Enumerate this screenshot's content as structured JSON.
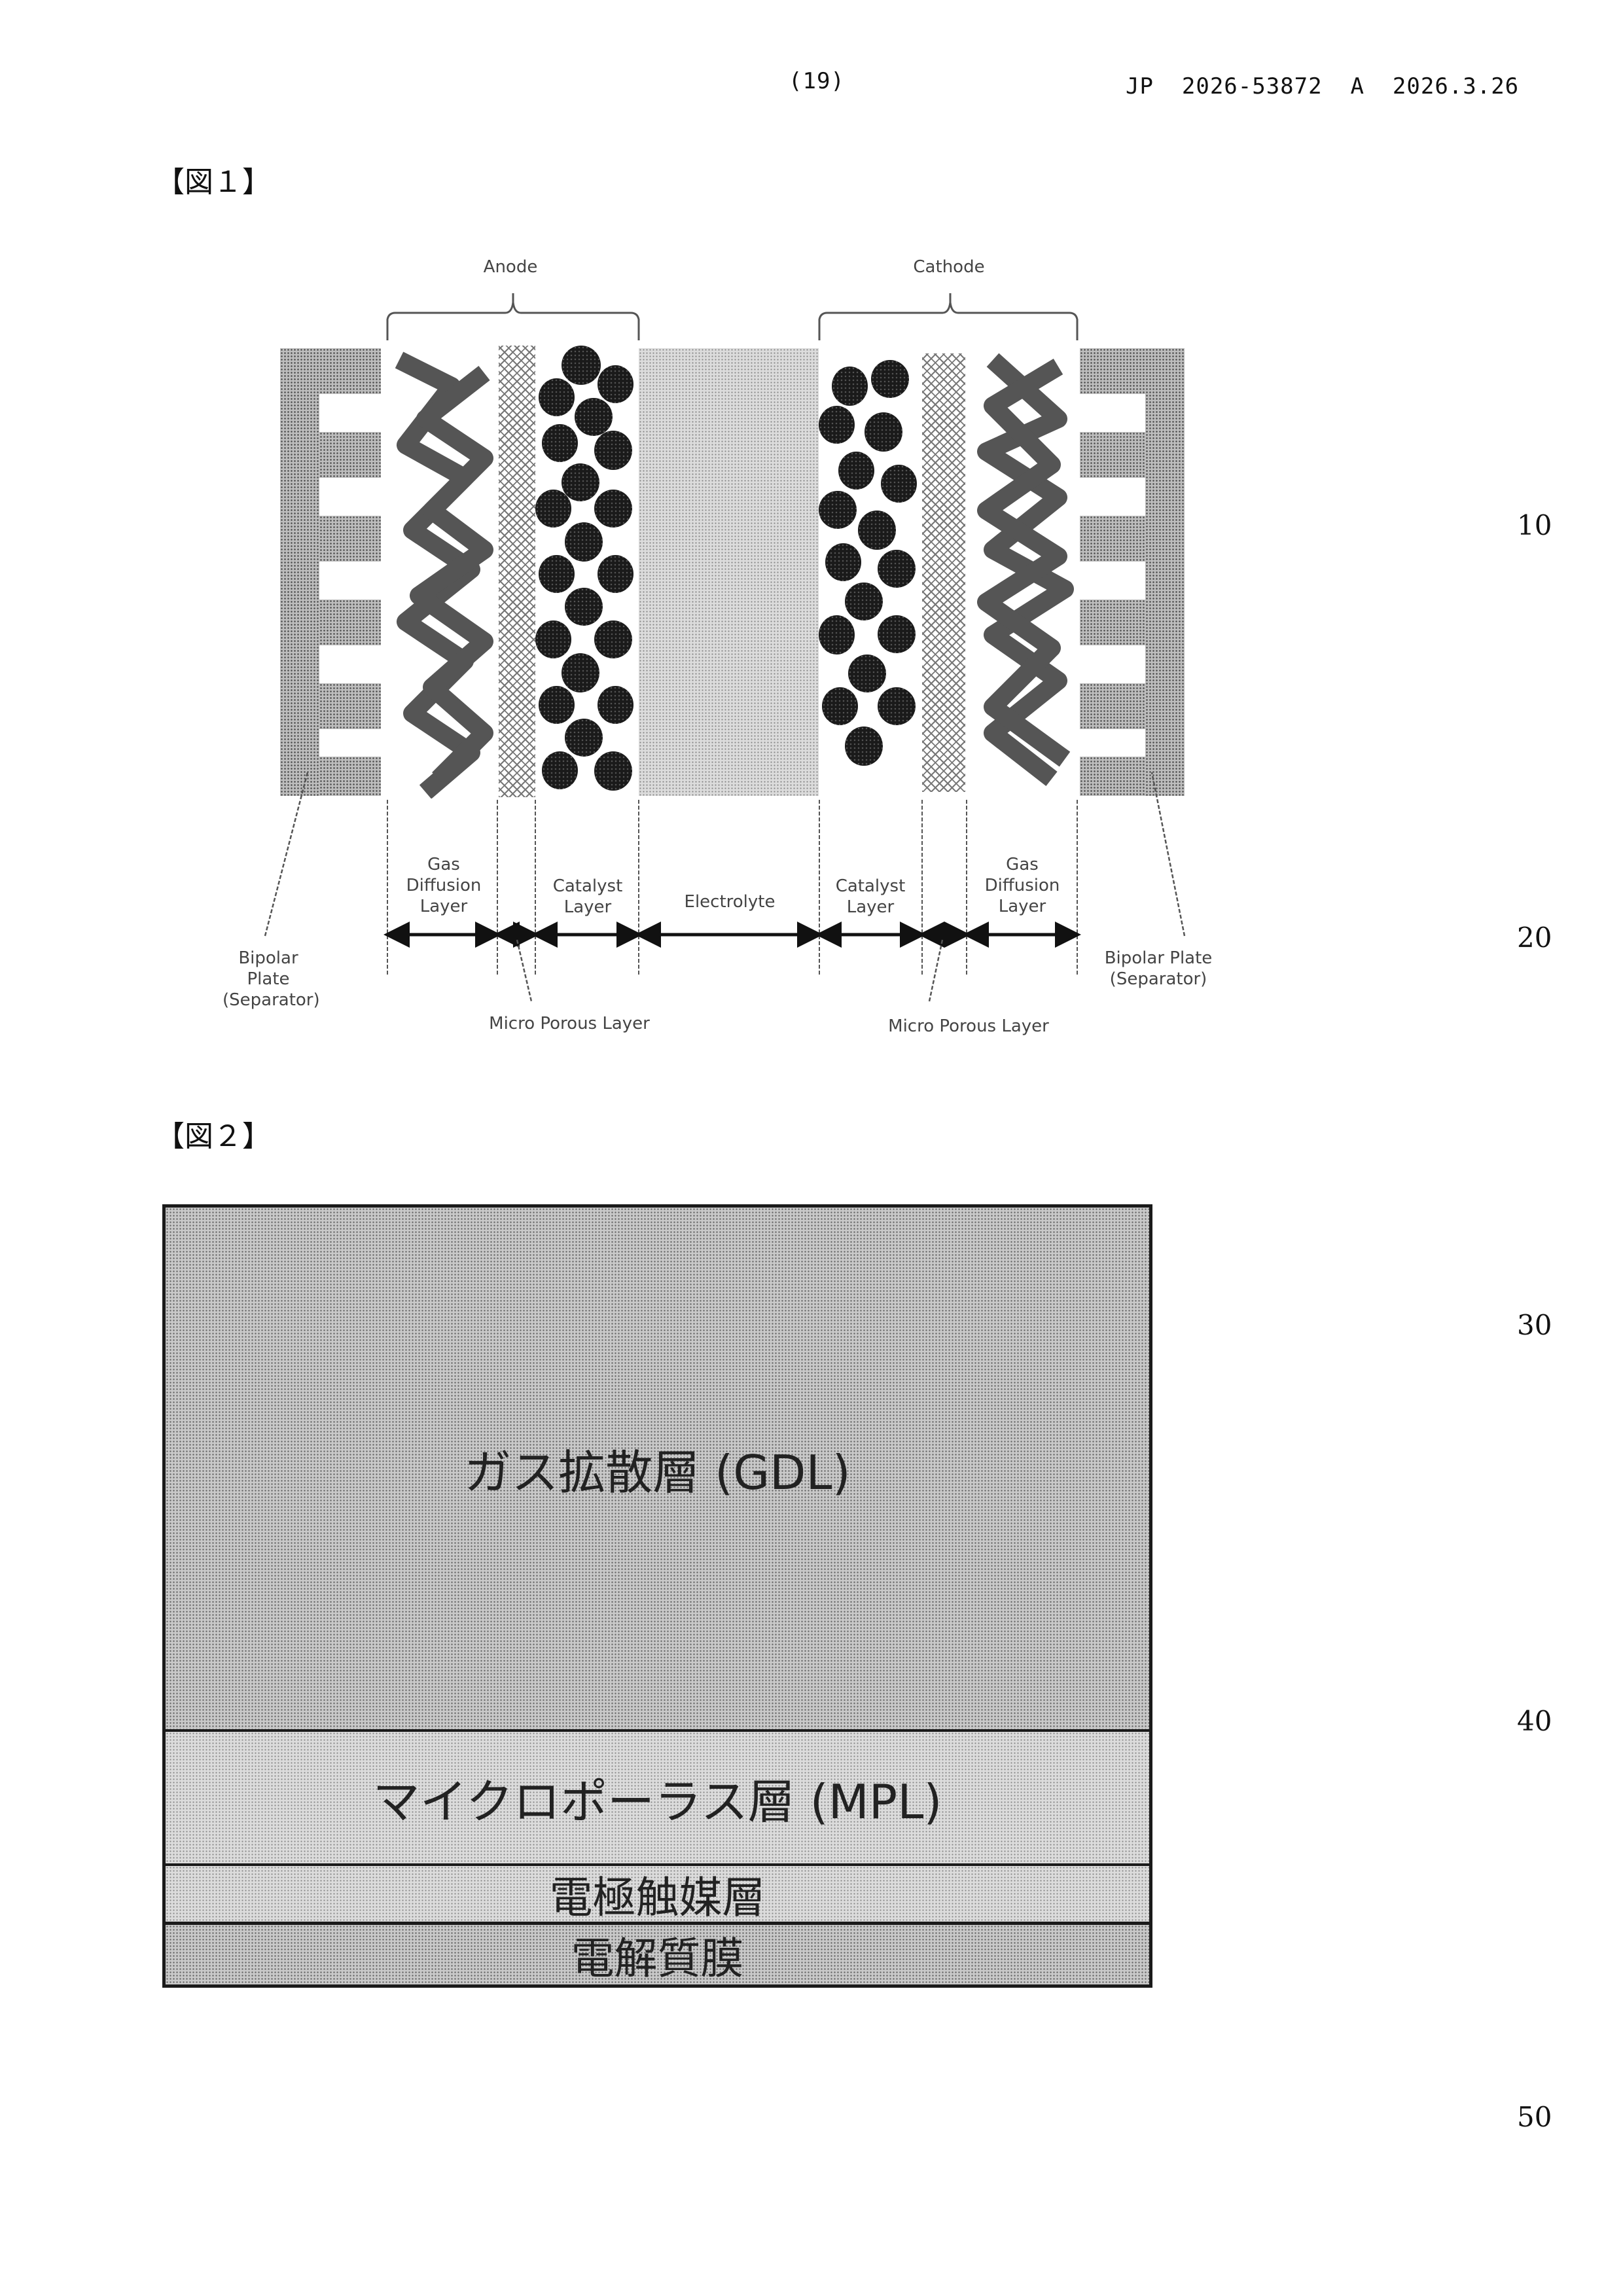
{
  "header": {
    "page_number": "(19)",
    "publication": "JP  2026-53872  A  2026.3.26"
  },
  "figures": [
    {
      "label": "【図１】",
      "top_labels": {
        "anode": "Anode",
        "cathode": "Cathode"
      },
      "layers": [
        {
          "id": "bipolar-plate-left",
          "label_line1": "Bipolar Plate",
          "label_line2": "(Separator)"
        },
        {
          "id": "gdl-anode",
          "label_line1": "Gas",
          "label_line2": "Diffusion",
          "label_line3": "Layer"
        },
        {
          "id": "mpl-anode",
          "label": "Micro Porous Layer"
        },
        {
          "id": "catalyst-anode",
          "label_line1": "Catalyst",
          "label_line2": "Layer"
        },
        {
          "id": "electrolyte",
          "label": "Electrolyte"
        },
        {
          "id": "catalyst-cathode",
          "label_line1": "Catalyst",
          "label_line2": "Layer"
        },
        {
          "id": "mpl-cathode",
          "label": "Micro Porous Layer"
        },
        {
          "id": "gdl-cathode",
          "label_line1": "Gas",
          "label_line2": "Diffusion",
          "label_line3": "Layer"
        },
        {
          "id": "bipolar-plate-right",
          "label_line1": "Bipolar Plate",
          "label_line2": "(Separator)"
        }
      ]
    },
    {
      "label": "【図２】",
      "layers": [
        {
          "id": "gdl",
          "label": "ガス拡散層 (GDL)"
        },
        {
          "id": "mpl",
          "label": "マイクロポーラス層 (MPL)"
        },
        {
          "id": "catalyst",
          "label": "電極触媒層"
        },
        {
          "id": "membrane",
          "label": "電解質膜"
        }
      ]
    }
  ],
  "line_numbers": [
    "10",
    "20",
    "30",
    "40",
    "50"
  ]
}
